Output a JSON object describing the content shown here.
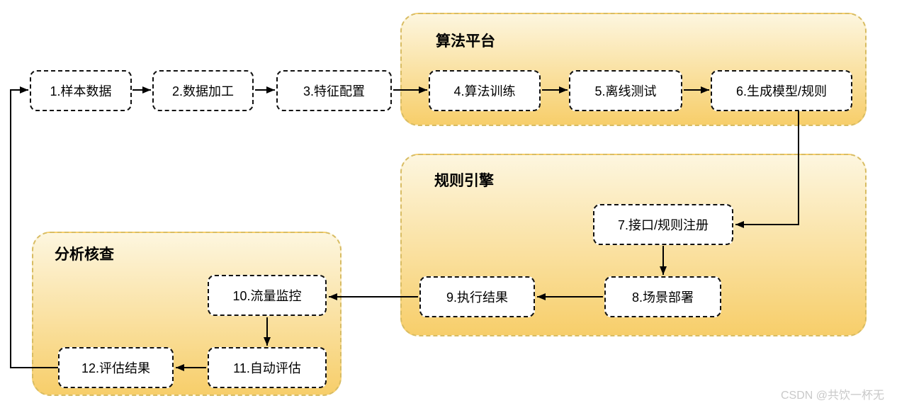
{
  "containers": [
    {
      "title": "算法平台",
      "member_nodes": [
        "4",
        "5",
        "6"
      ]
    },
    {
      "title": "规则引擎",
      "member_nodes": [
        "7",
        "8",
        "9"
      ]
    },
    {
      "title": "分析核查",
      "member_nodes": [
        "10",
        "11",
        "12"
      ]
    }
  ],
  "nodes": [
    {
      "id": "1",
      "label": "1.样本数据"
    },
    {
      "id": "2",
      "label": "2.数据加工"
    },
    {
      "id": "3",
      "label": "3.特征配置"
    },
    {
      "id": "4",
      "label": "4.算法训练"
    },
    {
      "id": "5",
      "label": "5.离线测试"
    },
    {
      "id": "6",
      "label": "6.生成模型/规则"
    },
    {
      "id": "7",
      "label": "7.接口/规则注册"
    },
    {
      "id": "8",
      "label": "8.场景部署"
    },
    {
      "id": "9",
      "label": "9.执行结果"
    },
    {
      "id": "10",
      "label": "10.流量监控"
    },
    {
      "id": "11",
      "label": "11.自动评估"
    },
    {
      "id": "12",
      "label": "12.评估结果"
    }
  ],
  "edges": [
    {
      "from": "1",
      "to": "2"
    },
    {
      "from": "2",
      "to": "3"
    },
    {
      "from": "3",
      "to": "4"
    },
    {
      "from": "4",
      "to": "5"
    },
    {
      "from": "5",
      "to": "6"
    },
    {
      "from": "6",
      "to": "7"
    },
    {
      "from": "7",
      "to": "8"
    },
    {
      "from": "8",
      "to": "9"
    },
    {
      "from": "9",
      "to": "10"
    },
    {
      "from": "10",
      "to": "11"
    },
    {
      "from": "11",
      "to": "12"
    },
    {
      "from": "12",
      "to": "1"
    }
  ],
  "watermark": {
    "text": "CSDN @共饮一杯无"
  },
  "colors": {
    "container_fill_top": "#fdf6df",
    "container_fill_bottom": "#f7ce6a",
    "container_border": "#d8bc63",
    "node_fill": "#ffffff",
    "node_border": "#111111",
    "arrow": "#000000",
    "watermark": "#c9c9c9",
    "page_bg": "#ffffff"
  }
}
